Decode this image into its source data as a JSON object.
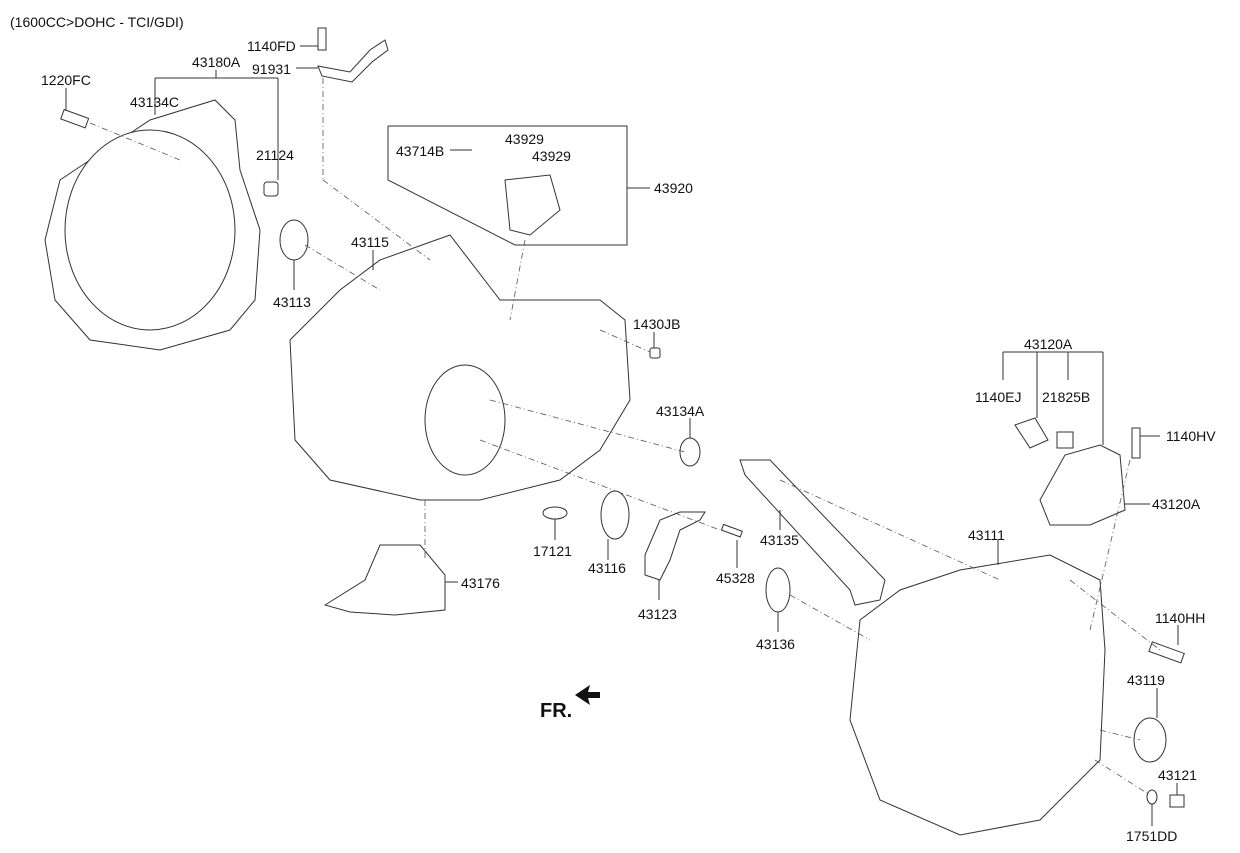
{
  "diagram": {
    "title": "(1600CC>DOHC - TCI/GDI)",
    "direction_marker": "FR.",
    "parts": [
      {
        "id": "p1140FD",
        "label": "1140FD"
      },
      {
        "id": "p43180A",
        "label": "43180A"
      },
      {
        "id": "p91931",
        "label": "91931"
      },
      {
        "id": "p1220FC",
        "label": "1220FC"
      },
      {
        "id": "p43134C",
        "label": "43134C"
      },
      {
        "id": "p21124",
        "label": "21124"
      },
      {
        "id": "p43714B",
        "label": "43714B"
      },
      {
        "id": "p43929a",
        "label": "43929"
      },
      {
        "id": "p43929b",
        "label": "43929"
      },
      {
        "id": "p43920",
        "label": "43920"
      },
      {
        "id": "p43115",
        "label": "43115"
      },
      {
        "id": "p43113",
        "label": "43113"
      },
      {
        "id": "p1430JB",
        "label": "1430JB"
      },
      {
        "id": "p43134A",
        "label": "43134A"
      },
      {
        "id": "p43120A_top",
        "label": "43120A"
      },
      {
        "id": "p1140EJ",
        "label": "1140EJ"
      },
      {
        "id": "p21825B",
        "label": "21825B"
      },
      {
        "id": "p1140HV",
        "label": "1140HV"
      },
      {
        "id": "p43120A",
        "label": "43120A"
      },
      {
        "id": "p17121",
        "label": "17121"
      },
      {
        "id": "p43116",
        "label": "43116"
      },
      {
        "id": "p45328",
        "label": "45328"
      },
      {
        "id": "p43123",
        "label": "43123"
      },
      {
        "id": "p43135",
        "label": "43135"
      },
      {
        "id": "p43111",
        "label": "43111"
      },
      {
        "id": "p43176",
        "label": "43176"
      },
      {
        "id": "p43136",
        "label": "43136"
      },
      {
        "id": "p1140HH",
        "label": "1140HH"
      },
      {
        "id": "p43119",
        "label": "43119"
      },
      {
        "id": "p43121",
        "label": "43121"
      },
      {
        "id": "p1751DD",
        "label": "1751DD"
      }
    ]
  }
}
